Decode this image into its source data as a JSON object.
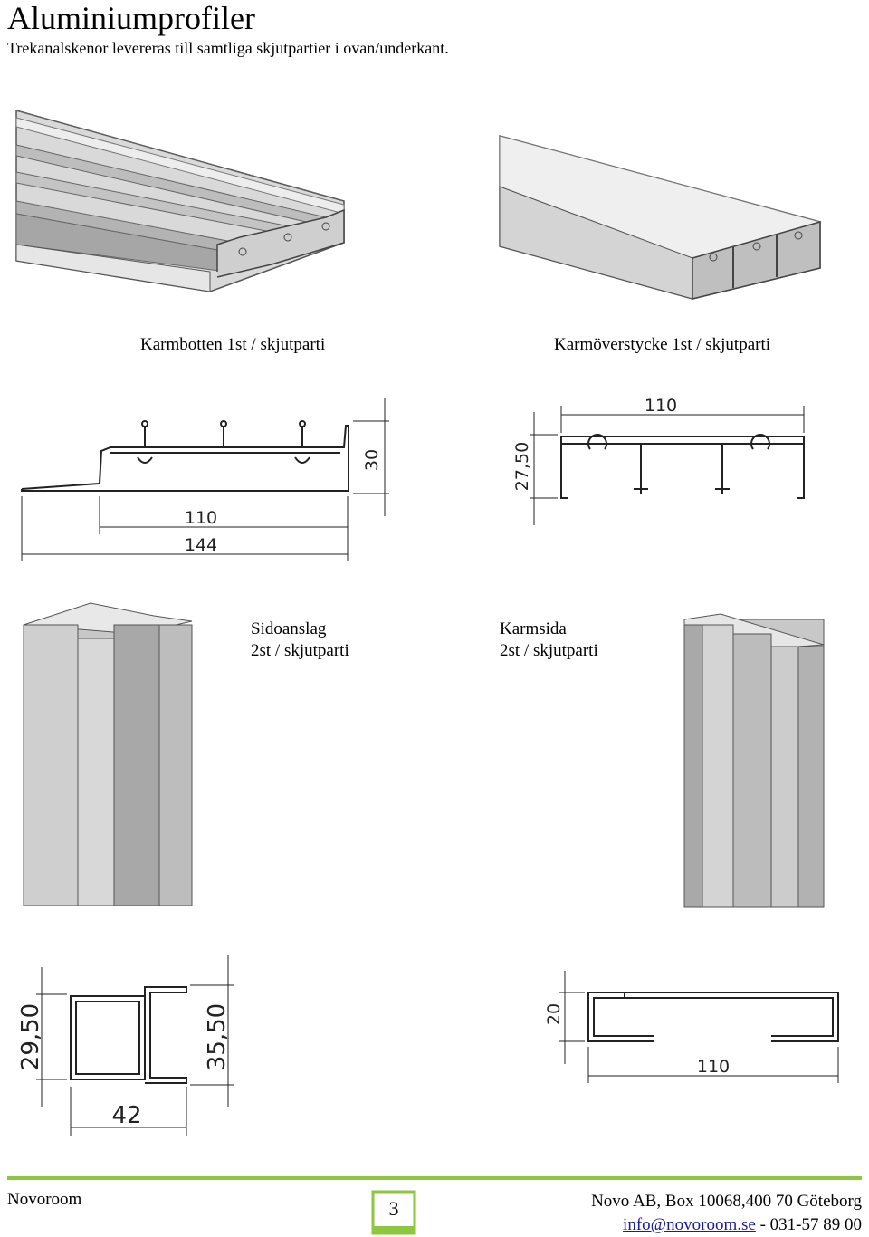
{
  "header": {
    "title": "Aluminiumprofiler",
    "subtitle": "Trekanalskenor levereras till samtliga skjutpartier i ovan/underkant."
  },
  "profiles": [
    {
      "name": "Karmbotten 1st / skjutparti",
      "dims": [
        "110",
        "144",
        "30"
      ]
    },
    {
      "name": "Karmöverstycke 1st / skjutparti",
      "dims": [
        "110",
        "27,50"
      ]
    },
    {
      "name_line1": "Sidoanslag",
      "name_line2": "2st / skjutparti",
      "dims": [
        "29,50",
        "35,50",
        "42"
      ]
    },
    {
      "name_line1": "Karmsida",
      "name_line2": "2st / skjutparti",
      "dims": [
        "20",
        "110"
      ]
    }
  ],
  "footer": {
    "company": "Novoroom",
    "page": "3",
    "address": "Novo AB, Box 10068,400 70 Göteborg",
    "email": "info@novoroom.se",
    "phone": " - 031-57 89 00"
  },
  "colors": {
    "accent_green": "#8dc63f",
    "aluminium": "#c8c8c8",
    "line": "#333333"
  }
}
